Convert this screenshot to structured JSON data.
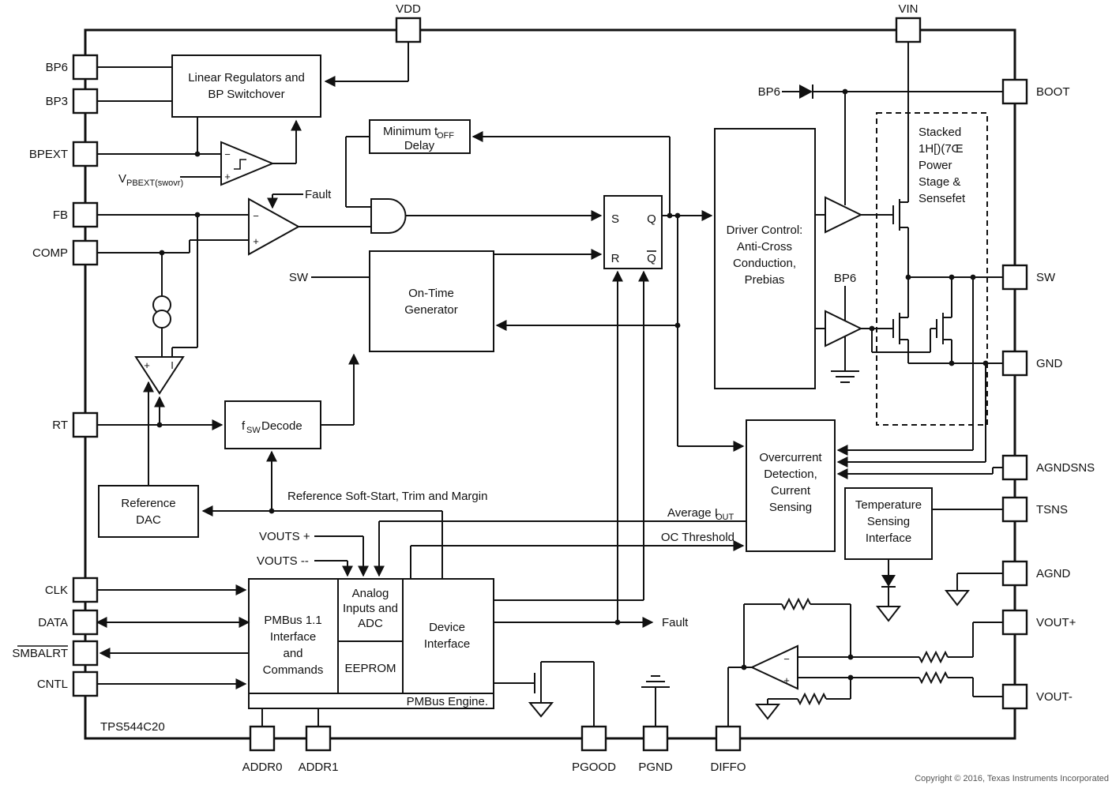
{
  "pins": {
    "left": [
      "BP6",
      "BP3",
      "BPEXT",
      "FB",
      "COMP",
      "RT",
      "CLK",
      "DATA",
      "SMBALRT",
      "CNTL"
    ],
    "top": [
      "VDD",
      "VIN"
    ],
    "right": [
      "BOOT",
      "SW",
      "GND",
      "AGNDSNS",
      "TSNS",
      "AGND",
      "VOUT+",
      "VOUT-"
    ],
    "bottom": [
      "ADDR0",
      "ADDR1",
      "PGOOD",
      "PGND",
      "DIFFO"
    ]
  },
  "blocks": {
    "linreg": {
      "l1": "Linear Regulators and",
      "l2": "BP Switchover"
    },
    "mintoff": {
      "t1": "Minimum t",
      "sub": "OFF",
      "l2": "Delay"
    },
    "ontime": {
      "l1": "On-Time",
      "l2": "Generator"
    },
    "decode": {
      "t1": "f",
      "sub": "SW",
      "t2": "Decode"
    },
    "refdac": {
      "l1": "Reference",
      "l2": "DAC"
    },
    "drvctrl": {
      "l1": "Driver Control:",
      "l2": "Anti-Cross",
      "l3": "Conduction,",
      "l4": "Prebias"
    },
    "oc": {
      "l1": "Overcurrent",
      "l2": "Detection,",
      "l3": "Current",
      "l4": "Sensing"
    },
    "temp": {
      "l1": "Temperature",
      "l2": "Sensing",
      "l3": "Interface"
    },
    "stage": {
      "l1": "Stacked",
      "l2": "1H[)(7Œ",
      "l3": "Power",
      "l4": "Stage &",
      "l5": "Sensefet"
    },
    "pmbus": {
      "engine": "PMBus Engine.",
      "i1": "PMBus 1.1",
      "i2": "Interface",
      "i3": "and",
      "i4": "Commands",
      "a1": "Analog",
      "a2": "Inputs and",
      "a3": "ADC",
      "eeprom": "EEPROM",
      "d1": "Device",
      "d2": "Interface"
    }
  },
  "latch": {
    "s": "S",
    "q": "Q",
    "r": "R",
    "qbar": "Q"
  },
  "labels": {
    "vpbext_v": "V",
    "vpbext_sub": "PBEXT(swovr)",
    "fault": "Fault",
    "sw": "SW",
    "bp6": "BP6",
    "reference_line": "Reference Soft-Start, Trim and Margin",
    "avg_i": "Average I",
    "avg_i_sub": "OUT",
    "oc_threshold": "OC Threshold",
    "vouts_plus": "VOUTS +",
    "vouts_minus": "VOUTS --",
    "chip": "TPS544C20",
    "copyright": "Copyright © 2016, Texas Instruments Incorporated",
    "minus": "−",
    "plus": "+",
    "gm_i": "I"
  }
}
